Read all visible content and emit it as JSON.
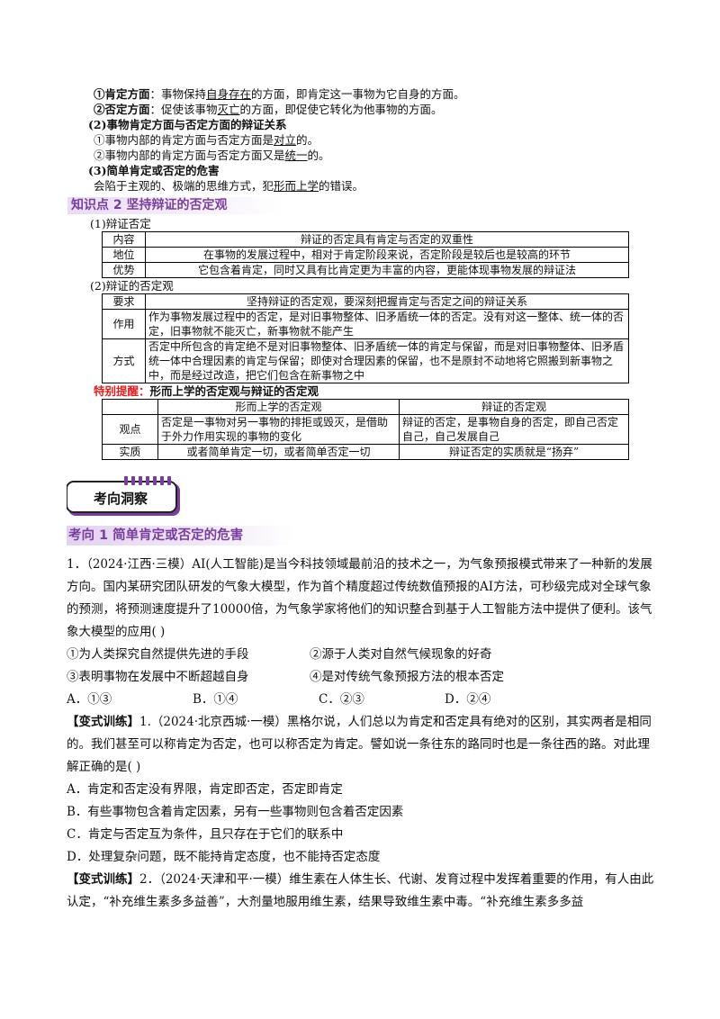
{
  "top_lines": {
    "l1_a": "①肯定方面",
    "l1_b": "：事物保持",
    "l1_u": "自身存在",
    "l1_c": "的方面，即肯定这一事物为它自身的方面。",
    "l2_a": "②否定方面",
    "l2_b": "：促使该事物",
    "l2_u": "灭亡",
    "l2_c": "的方面，即促使它转化为他事物的方面。",
    "l3": "(2)事物肯定方面与否定方面的辩证关系",
    "l4_a": "①事物内部的肯定方面与否定方面是",
    "l4_u": "对立",
    "l4_c": "的。",
    "l5_a": "②事物内部的肯定方面与否定方面又是",
    "l5_u": "统一",
    "l5_c": "的。",
    "l6": "(3)简单肯定或否定的危害",
    "l7_a": "会陷于主观的、极端的思维方式，犯",
    "l7_u": "形而上学",
    "l7_c": "的错误。"
  },
  "knowledge_point": "知识点 2  坚持辩证的否定观",
  "table1": {
    "heading": "(1)辩证否定",
    "rows": [
      {
        "k": "内容",
        "v": "辩证的否定具有肯定与否定的双重性"
      },
      {
        "k": "地位",
        "v": "在事物的发展过程中，相对于肯定阶段来说，否定阶段是较后也是较高的环节"
      },
      {
        "k": "优势",
        "v": "它包含着肯定，同时又具有比肯定更为丰富的内容，更能体现事物发展的辩证法"
      }
    ]
  },
  "table2": {
    "heading": "(2)辩证的否定观",
    "rows": [
      {
        "k": "要求",
        "v": "坚持辩证的否定观，要深刻把握肯定与否定之间的辩证关系"
      },
      {
        "k": "作用",
        "v": "作为事物发展过程中的否定，是对旧事物整体、旧矛盾统一体的否定。没有对这一整体、统一体的否定，旧事物就不能灭亡，新事物就不能产生"
      },
      {
        "k": "方式",
        "v": "否定中所包含的肯定绝不是对旧事物整体、旧矛盾统一体的肯定与保留，而是对旧事物整体、旧矛盾统一体中合理因素的肯定与保留；即使对合理因素的保留，也不是原封不动地将它照搬到新事物之中，而是经过改造，把它们包含在新事物之中"
      }
    ]
  },
  "tip": {
    "label": "特别提醒：",
    "text": "形而上学的否定观与辩证的否定观"
  },
  "table3": {
    "header": [
      "",
      "形而上学的否定观",
      "辩证的否定观"
    ],
    "rows": [
      {
        "k": "观点",
        "a": "否定是一事物对另一事物的排拒或毁灭，是借助于外力作用实现的事物的变化",
        "b": "辩证的否定，是事物自身的否定，即自己否定自己，自己发展自己"
      },
      {
        "k": "实质",
        "a": "或者简单肯定一切，或者简单否定一切",
        "b": "辩证否定的实质就是“扬弃”"
      }
    ]
  },
  "badge": "考向洞察",
  "section": "考向 1  简单肯定或否定的危害",
  "q1": {
    "text": "1．（2024·江西·三模）AI(人工智能)是当今科技领域最前沿的技术之一，为气象预报模式带来了一种新的发展方向。国内某研究团队研发的气象大模型，作为首个精度超过传统数值预报的AI方法，可秒级完成对全球气象的预测，将预测速度提升了10000倍，为气象学家将他们的知识整合到基于人工智能方法中提供了便利。该气象大模型的应用(      )",
    "s1": "①为人类探究自然提供先进的手段",
    "s2": "②源于人类对自然气候现象的好奇",
    "s3": "③表明事物在发展中不断超越自身",
    "s4": "④是对传统气象预报方法的根本否定",
    "A": "A．①③",
    "B": "B．①④",
    "C": "C．②③",
    "D": "D．②④"
  },
  "v1": {
    "tag": "【变式训练】",
    "text": "1.（2024·北京西城·一模）黑格尔说，人们总以为肯定和否定具有绝对的区别，其实两者是相同的。我们甚至可以称肯定为否定，也可以称否定为肯定。譬如说一条往东的路同时也是一条往西的路。对此理解正确的是(      )",
    "A": "A．肯定和否定没有界限，肯定即否定，否定即肯定",
    "B": "B．有些事物包含着肯定因素，另有一些事物则包含着否定因素",
    "C": "C．肯定与否定互为条件，且只存在于它们的联系中",
    "D": "D．处理复杂问题，既不能持肯定态度，也不能持否定态度"
  },
  "v2": {
    "tag": "【变式训练】",
    "text": "2．（2024·天津和平·一模）维生素在人体生长、代谢、发育过程中发挥着重要的作用，有人由此认定，“补充维生素多多益善”，大剂量地服用维生素，结果导致维生素中毒。“补充维生素多多益"
  },
  "colors": {
    "accent": "#7a3f9c",
    "warn": "#e02020"
  }
}
